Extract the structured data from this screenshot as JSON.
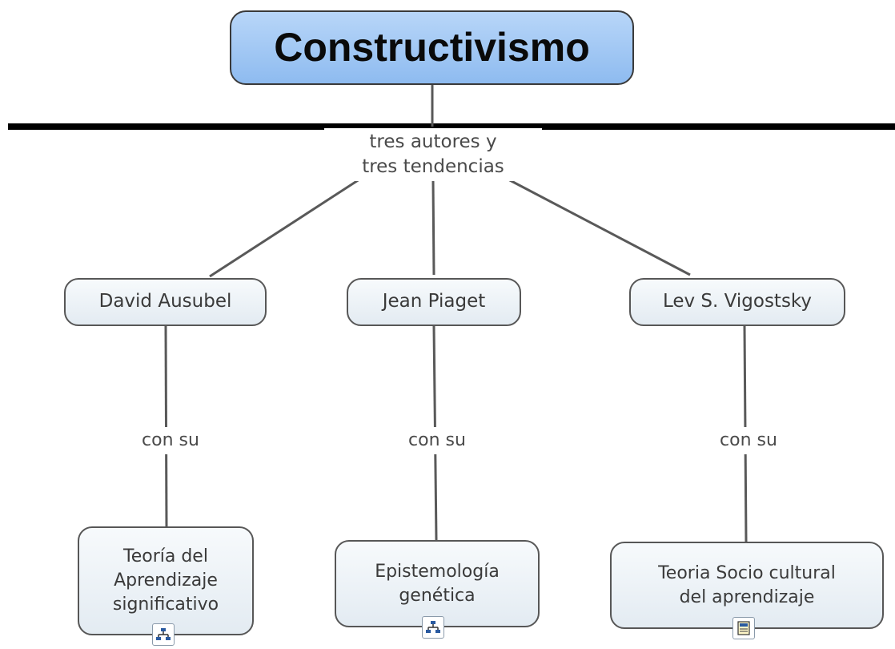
{
  "title": "Constructivismo",
  "root_link": "tres autores y\ntres tendencias",
  "authors": [
    {
      "name": "David Ausubel",
      "link": "con su",
      "theory": "Teoría del\nAprendizaje\nsignificativo",
      "icon": "concept-map-icon"
    },
    {
      "name": "Jean Piaget",
      "link": "con su",
      "theory": "Epistemología\ngenética",
      "icon": "concept-map-icon"
    },
    {
      "name": "Lev S. Vigostsky",
      "link": "con su",
      "theory": "Teoria Socio cultural\ndel aprendizaje",
      "icon": "document-icon"
    }
  ],
  "colors": {
    "root_fill": "#9cc6f3",
    "node_fill": "#eef3f8",
    "line": "#595959",
    "divider": "#000000"
  }
}
